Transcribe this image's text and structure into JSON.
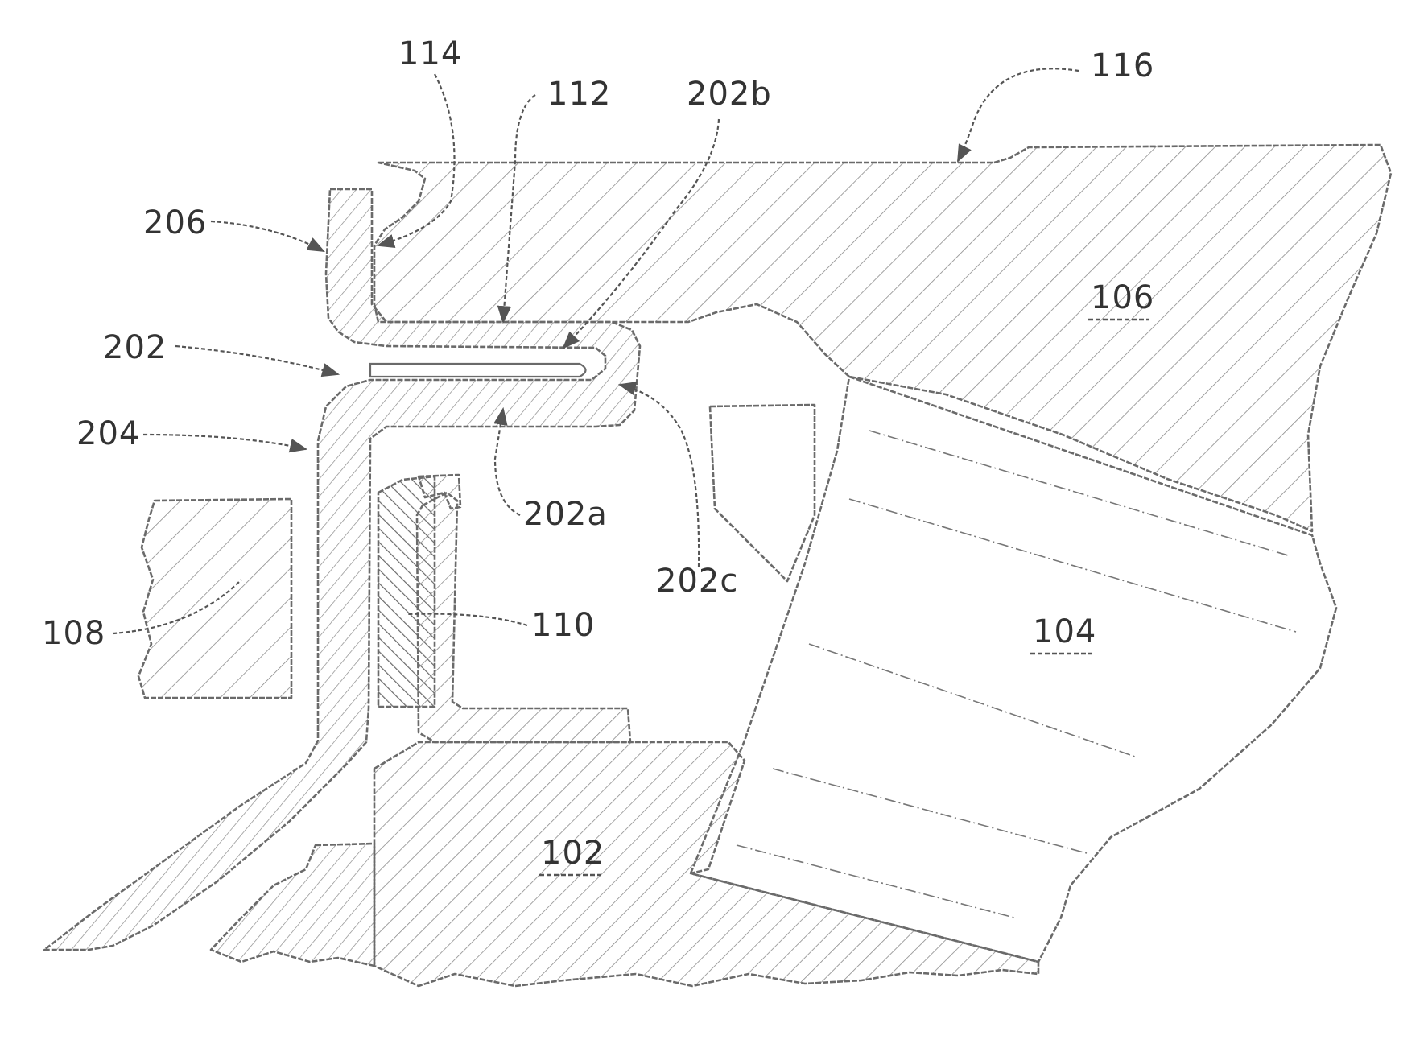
{
  "figure": {
    "labels": {
      "ref_102": "102",
      "ref_104": "104",
      "ref_106": "106",
      "ref_108": "108",
      "ref_110": "110",
      "ref_112": "112",
      "ref_114": "114",
      "ref_116": "116",
      "ref_202": "202",
      "ref_202a": "202a",
      "ref_202b": "202b",
      "ref_202c": "202c",
      "ref_204": "204",
      "ref_206": "206"
    },
    "colors": {
      "outline": "#6a6a6a",
      "hatch": "#8a8a8a",
      "text": "#333333",
      "background": "#ffffff"
    }
  }
}
